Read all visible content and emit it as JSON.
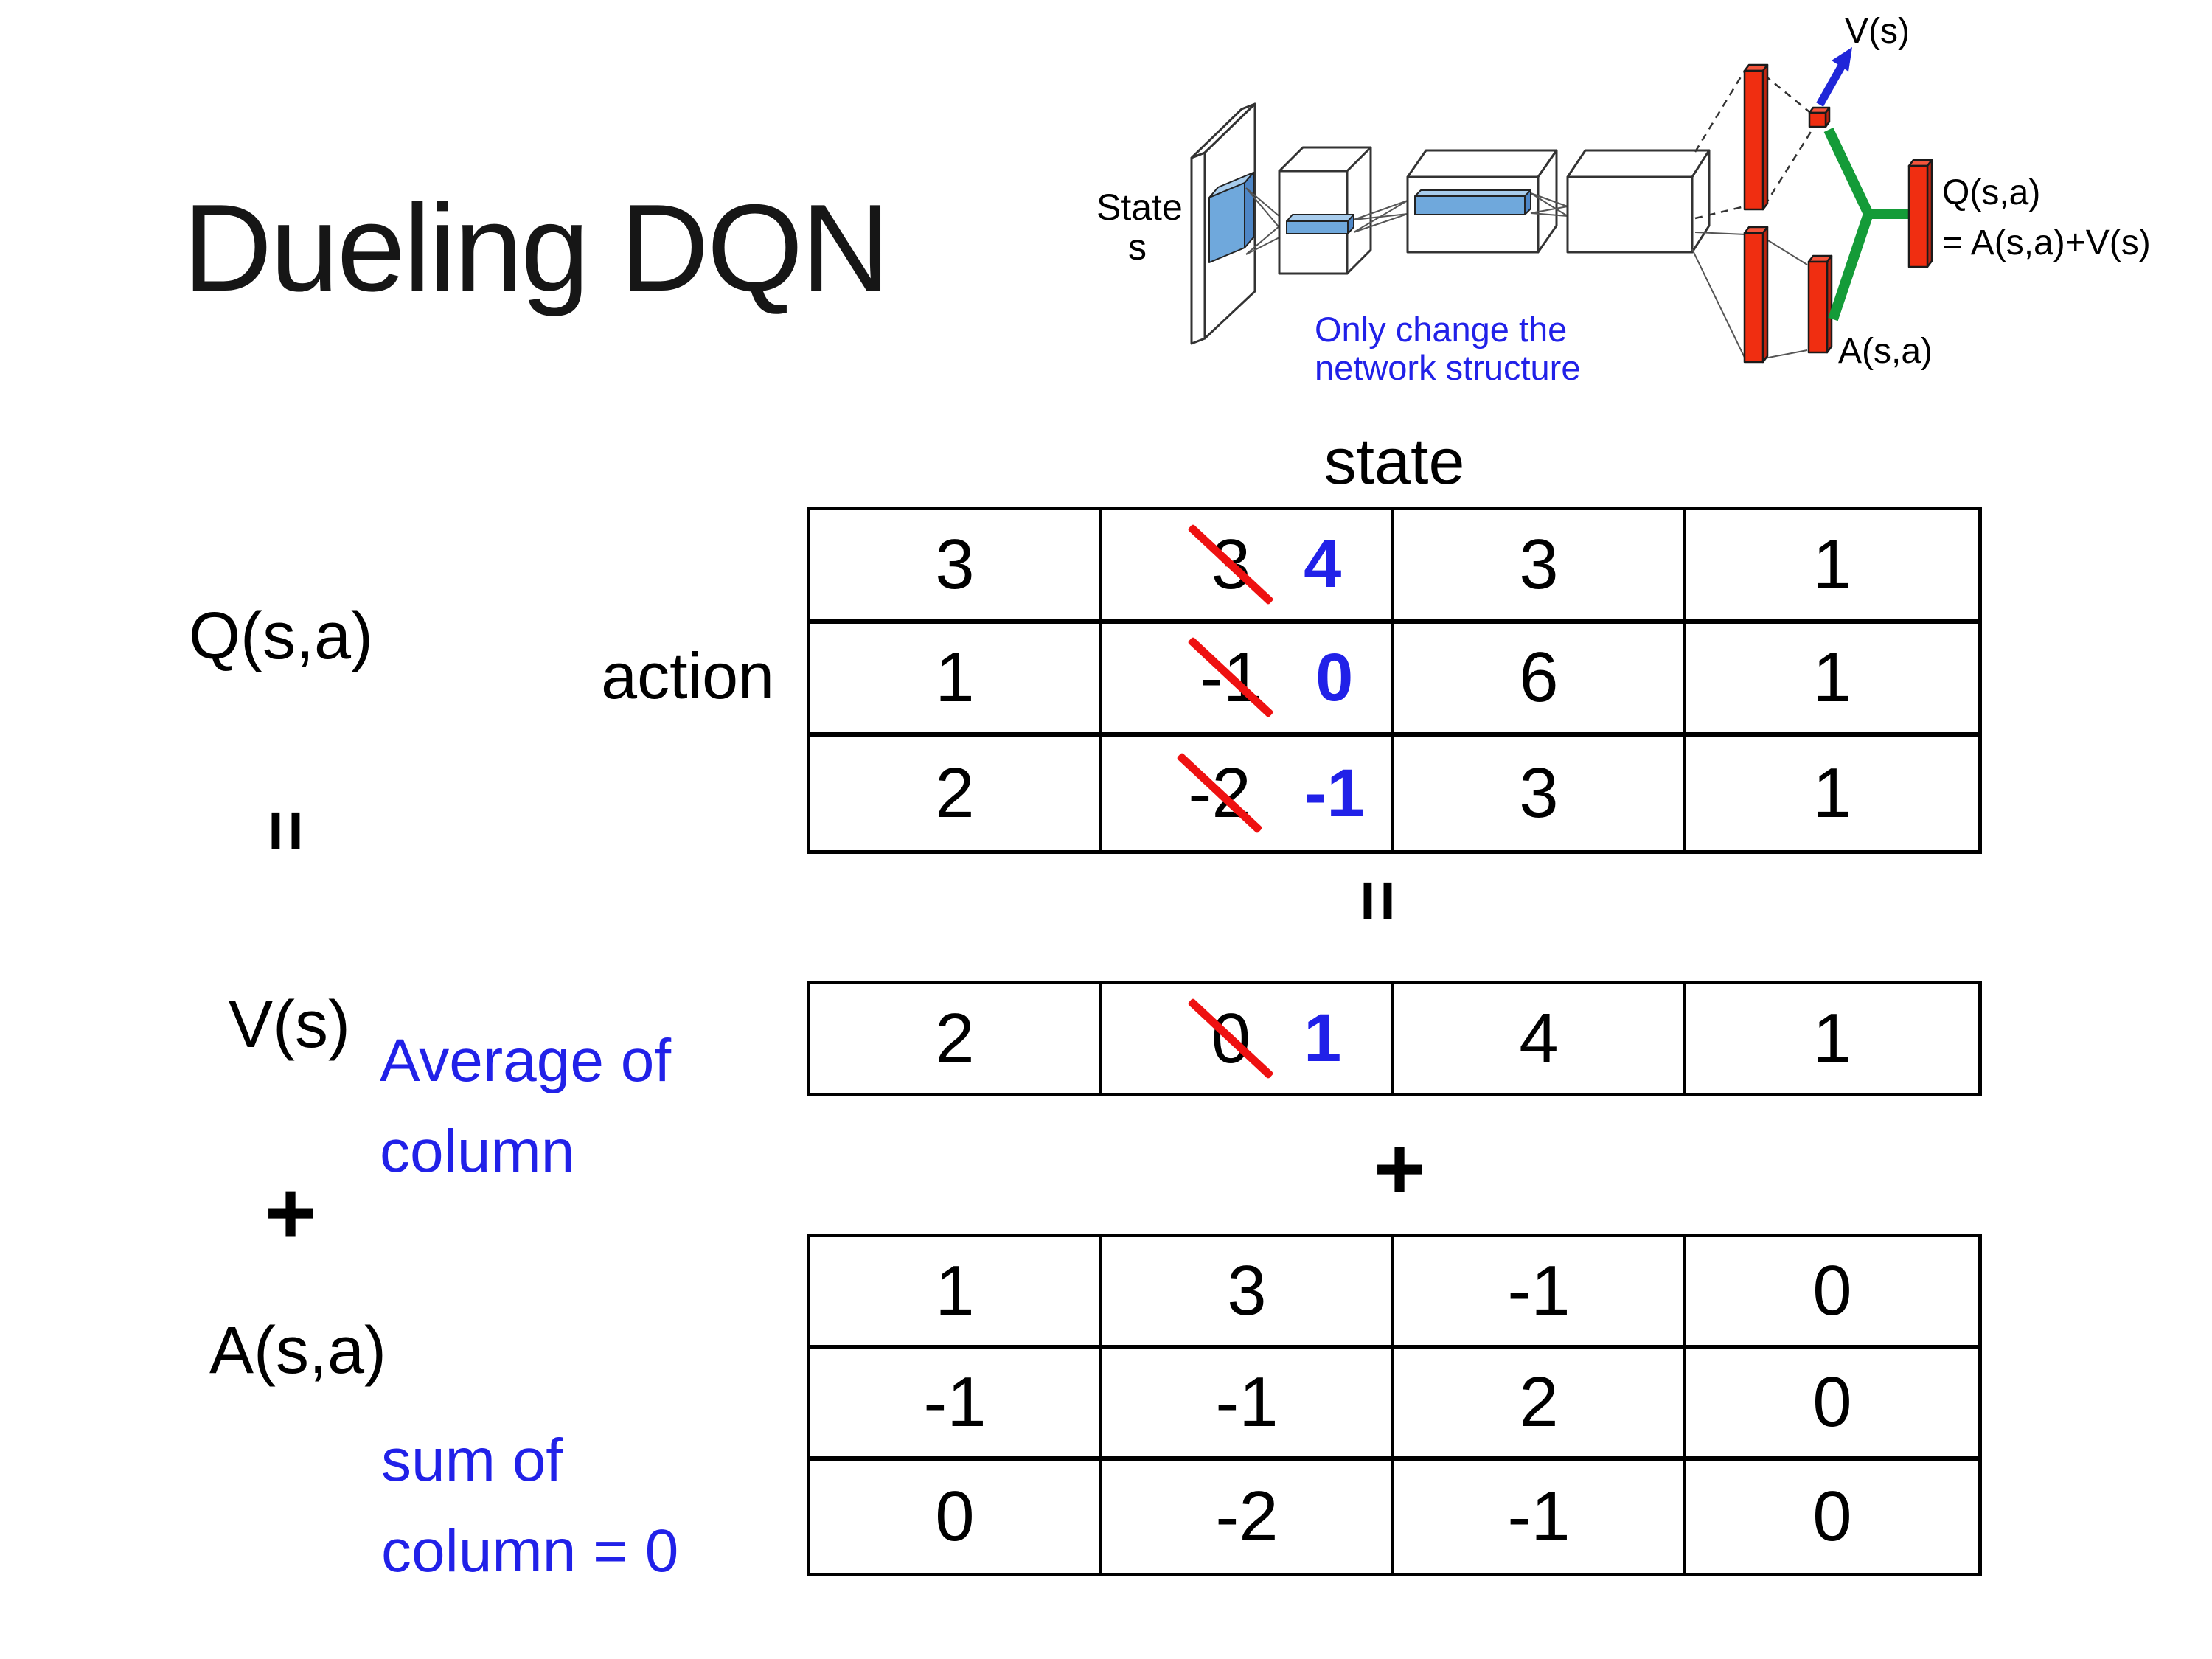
{
  "slide": {
    "title": "Dueling DQN"
  },
  "headers": {
    "state": "state",
    "action": "action"
  },
  "operators": {
    "equals": "=",
    "plus": "+"
  },
  "labels": {
    "q": "Q(s,a)",
    "v": "V(s)",
    "a": "A(s,a)",
    "avg_line1": "Average of",
    "avg_line2": "column",
    "sum_line1": "sum of",
    "sum_line2": "column = 0"
  },
  "diagram": {
    "input_line1": "State",
    "input_line2": "s",
    "v_output": "V(s)",
    "q_output_line1": "Q(s,a)",
    "q_output_line2": "= A(s,a)+V(s)",
    "a_output": "A(s,a)",
    "note_line1": "Only change the",
    "note_line2": "network structure"
  },
  "q_table": {
    "rows": [
      [
        {
          "v": "3"
        },
        {
          "old": "3",
          "new": "4"
        },
        {
          "v": "3"
        },
        {
          "v": "1"
        }
      ],
      [
        {
          "v": "1"
        },
        {
          "old": "-1",
          "new": "0"
        },
        {
          "v": "6"
        },
        {
          "v": "1"
        }
      ],
      [
        {
          "v": "2"
        },
        {
          "old": "-2",
          "new": "-1"
        },
        {
          "v": "3"
        },
        {
          "v": "1"
        }
      ]
    ]
  },
  "v_table": {
    "rows": [
      [
        {
          "v": "2"
        },
        {
          "old": "0",
          "new": "1"
        },
        {
          "v": "4"
        },
        {
          "v": "1"
        }
      ]
    ]
  },
  "a_table": {
    "rows": [
      [
        {
          "v": "1"
        },
        {
          "v": "3"
        },
        {
          "v": "-1"
        },
        {
          "v": "0"
        }
      ],
      [
        {
          "v": "-1"
        },
        {
          "v": "-1"
        },
        {
          "v": "2"
        },
        {
          "v": "0"
        }
      ],
      [
        {
          "v": "0"
        },
        {
          "v": "-2"
        },
        {
          "v": "-1"
        },
        {
          "v": "0"
        }
      ]
    ]
  },
  "colors": {
    "annotation_blue": "#2121E8",
    "strike_red": "#EE1111",
    "bar_red": "#F02E11",
    "bar_red_dark": "#BF2410",
    "bar_red_light": "#F4553C",
    "box_blue": "#6FA8DC",
    "box_blue_dark": "#4E86C6",
    "box_blue_light": "#A8CCEC",
    "link_green": "#149B38",
    "arrow_blue": "#2026D8"
  }
}
